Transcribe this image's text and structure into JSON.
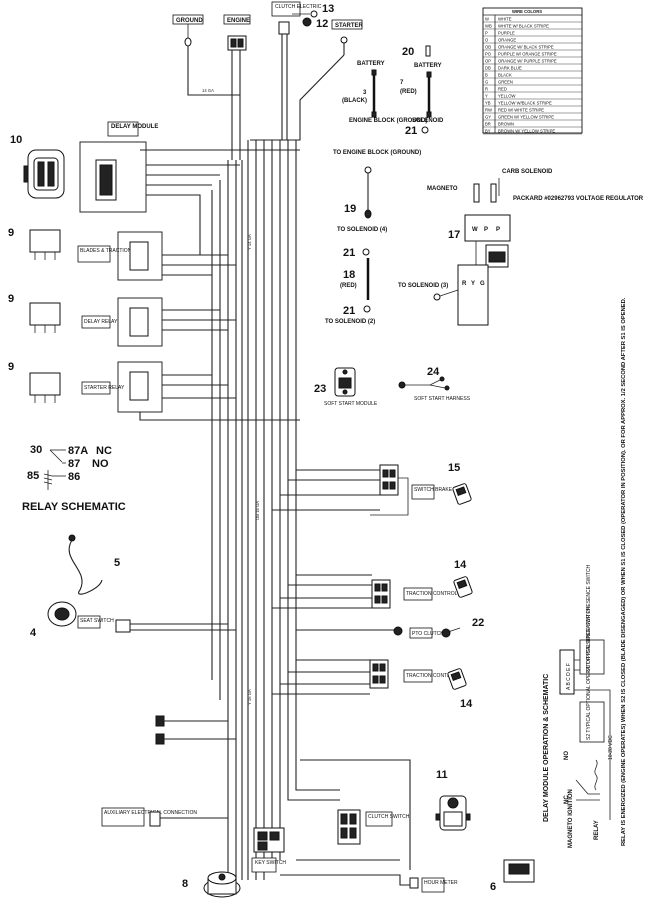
{
  "top_labels": {
    "ground": "GROUND",
    "engine": "ENGINE",
    "clutch_electric": "CLUTCH ELECTRIC",
    "starter": "STARTER",
    "delay_module": "DELAY MODULE"
  },
  "wire_color_table": {
    "title": "WIRE COLORS",
    "rows": [
      {
        "code": "W",
        "desc": "WHITE"
      },
      {
        "code": "WB",
        "desc": "WHITE W/ BLACK STRIPE"
      },
      {
        "code": "P",
        "desc": "PURPLE"
      },
      {
        "code": "O",
        "desc": "ORANGE"
      },
      {
        "code": "OB",
        "desc": "ORANGE W/ BLACK STRIPE"
      },
      {
        "code": "PO",
        "desc": "PURPLE W/ ORANGE STRIPE"
      },
      {
        "code": "OP",
        "desc": "ORANGE W/ PURPLE STRIPE"
      },
      {
        "code": "DB",
        "desc": "DARK BLUE"
      },
      {
        "code": "B",
        "desc": "BLACK"
      },
      {
        "code": "G",
        "desc": "GREEN"
      },
      {
        "code": "R",
        "desc": "RED"
      },
      {
        "code": "Y",
        "desc": "YELLOW"
      },
      {
        "code": "YB",
        "desc": "YELLOW W/BLACK STRIPE"
      },
      {
        "code": "RW",
        "desc": "RED W/ WHITE STRIPE"
      },
      {
        "code": "GY",
        "desc": "GREEN W/ YELLOW STRIPE"
      },
      {
        "code": "BR",
        "desc": "BROWN"
      },
      {
        "code": "BY",
        "desc": "BROWN W/ YELLOW STRIPE"
      }
    ]
  },
  "battery": {
    "left_label": "BATTERY",
    "left_num": "3",
    "left_color": "(BLACK)",
    "left_dest": "ENGINE BLOCK (GROUND)",
    "right_label": "BATTERY",
    "right_num": "7",
    "right_color": "(RED)",
    "right_dest": "SOLENOID",
    "item20": "20",
    "item21": "21"
  },
  "cable19": {
    "top": "TO ENGINE BLOCK (GROUND)",
    "num": "19",
    "bottom": "TO SOLENOID (4)"
  },
  "cable18": {
    "num_top": "21",
    "num": "18",
    "color": "(RED)",
    "num_bottom": "21",
    "bottom": "TO SOLENOID (2)"
  },
  "regulator": {
    "carb": "CARB SOLENOID",
    "magneto": "MAGNETO",
    "packard": "PACKARD #02962793 VOLTAGE REGULATOR",
    "num": "17",
    "to_solenoid": "TO SOLENOID (3)",
    "pins": [
      "W",
      "P",
      "P"
    ],
    "pins_b": [
      "R",
      "Y",
      "G"
    ]
  },
  "relays": {
    "blades": "BLADES & TRACTION RELAY",
    "delay": "DELAY RELAY",
    "starter": "STARTER RELAY",
    "num": "9"
  },
  "relay_schematic": {
    "p30": "30",
    "p87a": "87A",
    "nc": "NC",
    "p87": "87",
    "no": "NO",
    "p85": "85",
    "p86": "86",
    "title": "RELAY SCHEMATIC"
  },
  "soft_start": {
    "module": "SOFT START MODULE",
    "num23": "23",
    "harness": "SOFT START HARNESS",
    "num24": "24"
  },
  "switches": {
    "brake": "SWITCH BRAKE",
    "traction1": "TRACTION CONTROL",
    "traction2": "TRACTION CONTROL",
    "pto": "PTO CLUTCH",
    "seat": "SEAT SWITCH",
    "key": "KEY SWITCH",
    "clutch": "CLUTCH SWITCH",
    "hour": "HOUR METER",
    "aux": "AUXILIARY ELECTRICAL CONNECTION"
  },
  "numbers": {
    "n10": "10",
    "n12": "12",
    "n13": "13",
    "n15": "15",
    "n14a": "14",
    "n14b": "14",
    "n22": "22",
    "n5": "5",
    "n4": "4",
    "n8": "8",
    "n11": "11",
    "n6": "6"
  },
  "wire_labels": {
    "g_14": "14 GA",
    "y_14": "Y 14 GA",
    "ob_16": "OB 16 GA",
    "y_16": "Y 16 GA"
  },
  "delay_schematic": {
    "title": "DELAY MODULE OPERATION & SCHEMATIC",
    "letters": "A B C D E F",
    "s1": "S1 TYPICAL OPERATOR PRESENCE SWITCH",
    "s2": "S2 TYPICAL OPTIONAL OPERATOR PRESENCE SWITCH",
    "vdc": "10-20 VDC",
    "no": "NO",
    "nc": "NC",
    "magneto": "MAGNETO IGNITION",
    "relay": "RELAY",
    "note": "RELAY IS ENERGIZED (ENGINE OPERATES) WHEN S2 IS CLOSED (BLADE DISENGAGED) OR WHEN S1 IS CLOSED (OPERATOR IN POSITION). OR FOR APPROX. 1/2 SECOND AFTER S1 IS OPENED."
  }
}
